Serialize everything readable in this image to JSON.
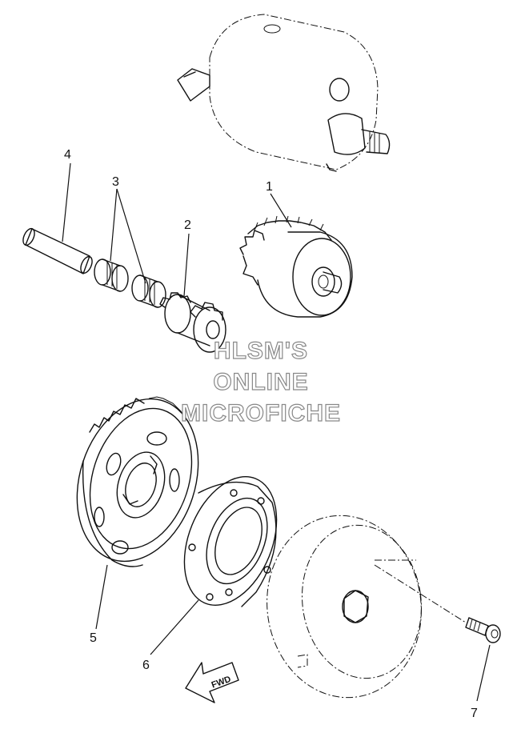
{
  "callouts": [
    "1",
    "2",
    "3",
    "4",
    "5",
    "6",
    "7"
  ],
  "watermark": [
    "HLSM'S",
    "ONLINE",
    "MICROFICHE"
  ],
  "direction_label": "FWD",
  "colors": {
    "line": "#111111",
    "watermark_outline": "#888888",
    "background": "#ffffff"
  }
}
